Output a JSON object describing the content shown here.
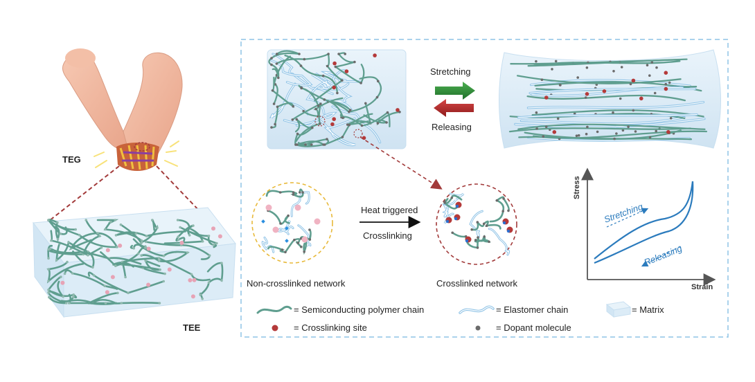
{
  "left_panel": {
    "teg_label": "TEG",
    "tee_label": "TEE"
  },
  "top_row": {
    "stretching_label": "Stretching",
    "releasing_label": "Releasing"
  },
  "middle_row": {
    "left_caption": "Non-crosslinked network",
    "right_caption": "Crosslinked network",
    "arrow_top_label": "Heat triggered",
    "arrow_bottom_label": "Crosslinking"
  },
  "graph": {
    "y_label": "Stress",
    "x_label": "Strain",
    "upper_curve_label": "Stretching",
    "lower_curve_label": "Releasing"
  },
  "legend": {
    "semiconducting": "= Semiconducting  polymer chain",
    "elastomer": "= Elastomer chain",
    "matrix": "= Matrix",
    "crosslinking_site": "= Crosslinking site",
    "dopant": "= Dopant molecule"
  },
  "colors": {
    "polymer_chain": "#5f9e8f",
    "elastomer_chain": "#8fc3e6",
    "matrix": "#dcecf7",
    "crosslink": "#b43a3a",
    "dopant": "#6b6b6b",
    "dashed_frame": "#8ec4e6",
    "stretch_arrow": "#2e8b3a",
    "release_arrow": "#b22a2a",
    "curve": "#2b7bbd",
    "dashed_red": "#a23a3a",
    "circle_yellow": "#e8b93a"
  }
}
